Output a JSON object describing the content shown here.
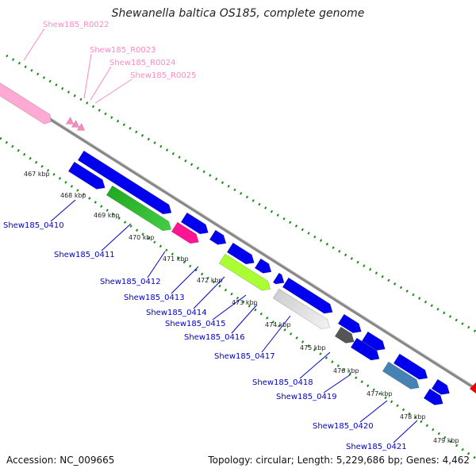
{
  "title": "Shewanella baltica OS185, complete genome",
  "accession": "Accession: NC_009665",
  "topology": "Topology: circular; Length: 5,229,686 bp; Genes: 4,462",
  "colors": {
    "backbone": "#888888",
    "gene": "#0000ee",
    "rna": "#ffaad4",
    "label_gene": "#0000cc",
    "label_rna": "#ff88c0",
    "tick": "#1a8a1a"
  },
  "kbp_ticks": [
    "467 kbp",
    "468 kbp",
    "469 kbp",
    "470 kbp",
    "471 kbp",
    "472 kbp",
    "473 kbp",
    "474 kbp",
    "475 kbp",
    "476 kbp",
    "477 kbp",
    "478 kbp",
    "479 kbp"
  ],
  "rna_labels": [
    "Shew185_R0022",
    "Shew185_R0023",
    "Shew185_R0024",
    "Shew185_R0025"
  ],
  "gene_labels": [
    "Shew185_0410",
    "Shew185_0411",
    "Shew185_0412",
    "Shew185_0413",
    "Shew185_0414",
    "Shew185_0415",
    "Shew185_0416",
    "Shew185_0417",
    "Shew185_0418",
    "Shew185_0419",
    "Shew185_0420",
    "Shew185_0421"
  ]
}
